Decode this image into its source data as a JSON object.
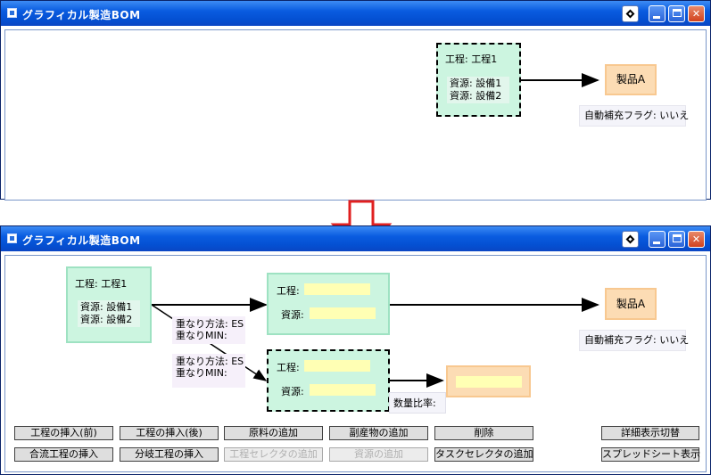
{
  "window_title": "グラフィカル製造BOM",
  "colors": {
    "titlebar": "#0a5ce0",
    "process_fill": "#ccf5e0",
    "product_fill": "#fcdcb4",
    "input_fill": "#ffffb4",
    "arrow": "#e02020"
  },
  "before": {
    "process": {
      "title": "工程: 工程1",
      "resources": [
        "資源: 設備1",
        "資源: 設備2"
      ]
    },
    "product": "製品A",
    "auto_fill_flag": "自動補充フラグ: いいえ"
  },
  "after": {
    "process1": {
      "title": "工程: 工程1",
      "resources": [
        "資源: 設備1",
        "資源: 設備2"
      ]
    },
    "process2": {
      "process_label": "工程:",
      "resource_label": "資源:"
    },
    "process3": {
      "process_label": "工程:",
      "resource_label": "資源:"
    },
    "overlap1": {
      "method": "重なり方法: ES",
      "min": "重なりMIN:"
    },
    "overlap2": {
      "method": "重なり方法: ES",
      "min": "重なりMIN:"
    },
    "product": "製品A",
    "auto_fill_flag": "自動補充フラグ: いいえ",
    "quantity_ratio": "数量比率:"
  },
  "toolbar": {
    "insert_process_before": "工程の挿入(前)",
    "insert_process_after": "工程の挿入(後)",
    "add_material": "原料の追加",
    "add_byproduct": "副産物の追加",
    "delete": "削除",
    "toggle_detail": "詳細表示切替",
    "insert_merge_process": "合流工程の挿入",
    "insert_branch_process": "分岐工程の挿入",
    "add_process_selector": "工程セレクタの追加",
    "add_resource": "資源の追加",
    "add_task_selector": "タスクセレクタの追加",
    "spreadsheet_view": "スプレッドシート表示"
  },
  "icons": [
    "app-icon",
    "help-diamond-icon",
    "minimize-icon",
    "maximize-icon",
    "close-icon",
    "down-arrow-icon"
  ]
}
